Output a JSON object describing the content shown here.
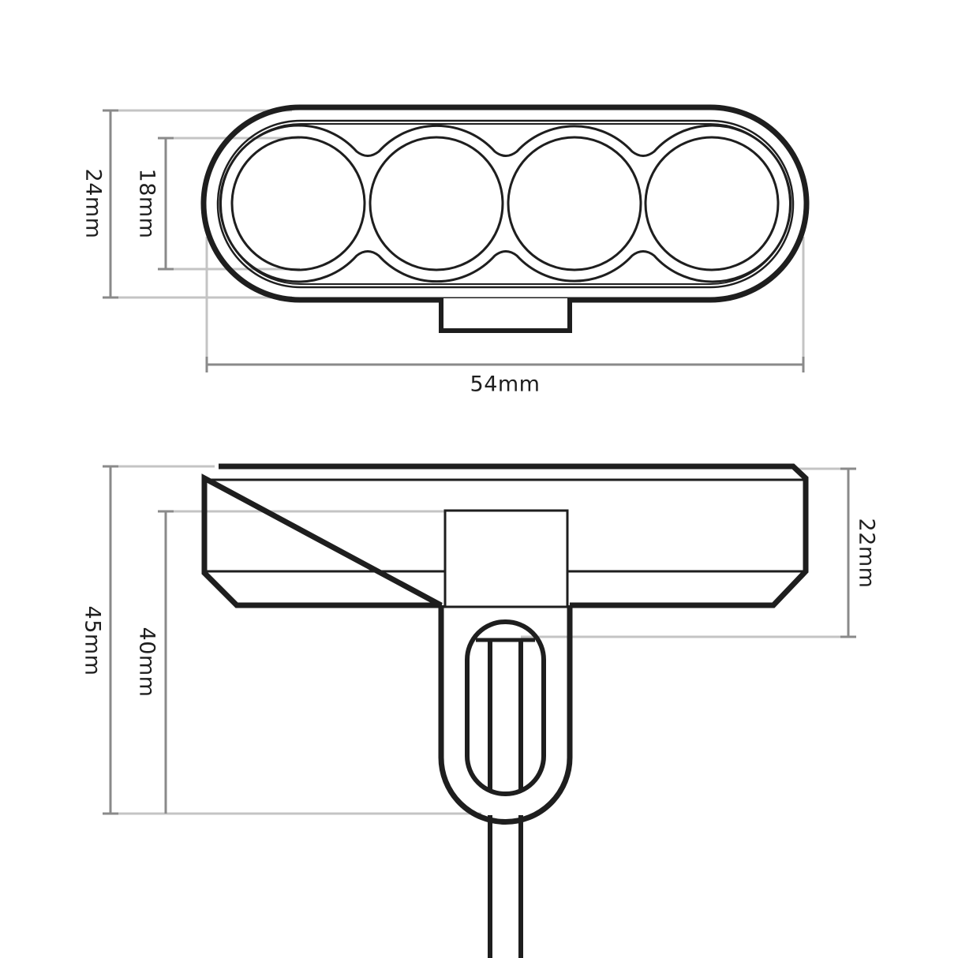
{
  "diagram": {
    "type": "technical-dimension-drawing",
    "subject": "4-LED light unit with mounting bracket",
    "colors": {
      "outline": "#1e1e1e",
      "dimension_line": "#8a8a8a",
      "extension_line": "#c4c4c4",
      "background": "#ffffff"
    },
    "front_view": {
      "led_count": 4,
      "dimensions": {
        "overall_height": "24mm",
        "lens_height": "18mm",
        "overall_width": "54mm"
      }
    },
    "side_view": {
      "dimensions": {
        "overall_height": "45mm",
        "bracket_height": "40mm",
        "body_height": "22mm"
      }
    }
  }
}
